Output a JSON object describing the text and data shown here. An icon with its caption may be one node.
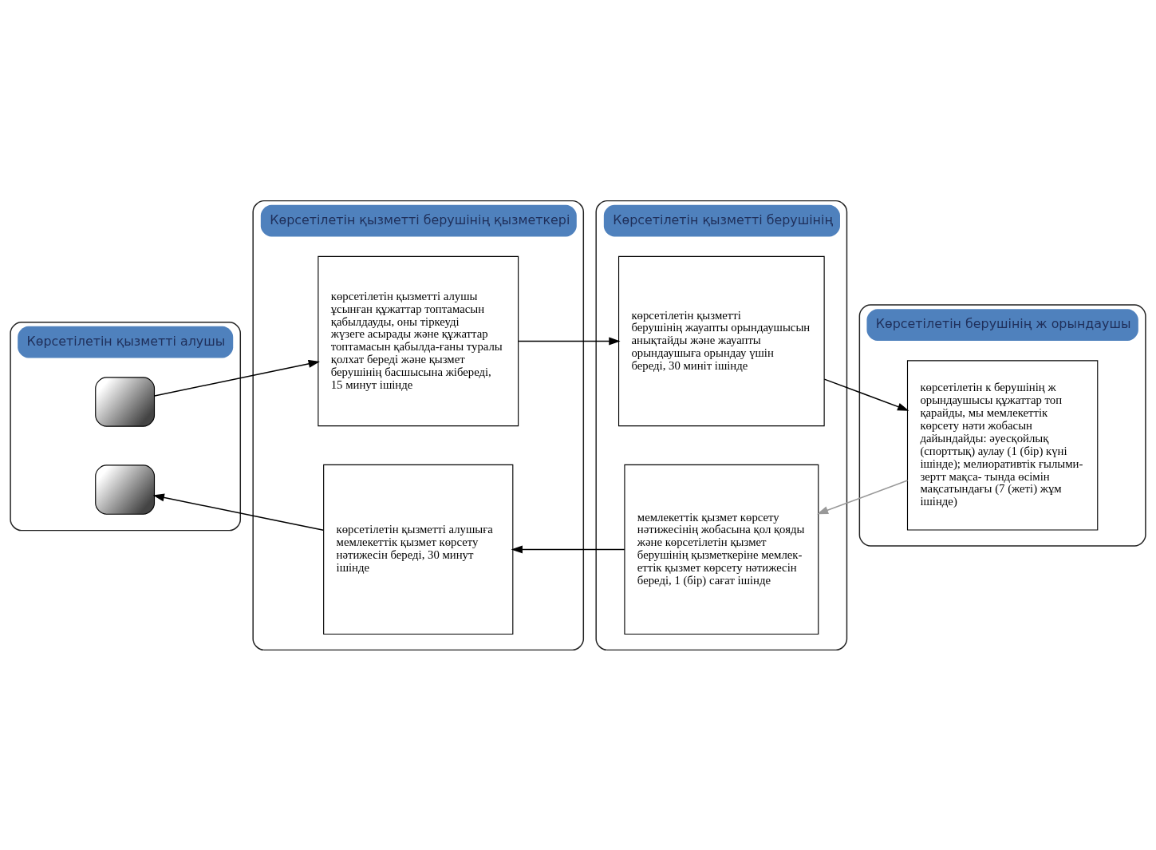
{
  "diagram": {
    "nodes": [
      {
        "text": [
          "Көрсетілетін қызметті алушы"
        ]
      },
      {
        "text": [
          "Көрсетілетін қызметті берушінің қызметкері"
        ]
      },
      {
        "text": [
          "Көрсетілетін қызметті берушінің"
        ]
      },
      {
        "text": [
          "Көрсетілетін берушінің ж орындаушы"
        ]
      },
      {
        "text": [],
        "shape": "box",
        "in": 0
      },
      {
        "text": [
          "көрсетілетін қызметті алушы ұсынған құжаттар топтамасын қабылдауды, оны тіркеуді жүзеге асырады және құжаттар топтамасын қабылда-ғаны туралы қолхат береді және қызмет берушінің басшысына жібереді, 15 минут ішінде"
        ],
        "in": 1
      },
      {
        "text": [
          "көрсетілетін қызметті берушінің жауапты орындаушысын анықтайды және жауапты орындаушыға орындау үшін береді, 30 миніт ішінде"
        ],
        "in": 2
      },
      {
        "text": [
          "көрсетілетін к берушінің ж орындаушысы құжаттар топ қарайды, мы мемлекеттік көрсету нәти жобасын дайындайды: әуесқойлық (спорттық) аулау (1 (бір) күні ішінде); мелиоративтік ғылыми-зертт мақса- тында өсімін мақсатындағы (7 (жеті) жұм ішінде)"
        ],
        "in": 3
      },
      {
        "text": [
          "мемлекеттік қызмет көрсету нәтижесінің жобасына қол қояды және көрсетілетін қызмет берушінің қызметкеріне мемлек-еттік қызмет көрсету нәтижесін береді, 1 (бір) сағат ішінде"
        ],
        "in": 2
      },
      {
        "text": [
          "көрсетілетін қызметті алушыға мемлекеттік қызмет көрсету нәтижесін береді, 30 минут ішінде"
        ],
        "in": 1
      },
      {
        "text": [],
        "shape": "box",
        "in": 0
      }
    ],
    "edges": [
      {
        "from": 4,
        "to": 5,
        "arrow": "to"
      },
      {
        "from": 5,
        "to": 6,
        "arrow": "to"
      },
      {
        "from": 6,
        "to": 7,
        "arrow": "to"
      },
      {
        "from": 7,
        "to": 8,
        "arrow": "to",
        "color": "#999999"
      },
      {
        "from": 8,
        "to": 9,
        "arrow": "to"
      },
      {
        "from": 9,
        "to": 10,
        "arrow": "to"
      }
    ]
  }
}
